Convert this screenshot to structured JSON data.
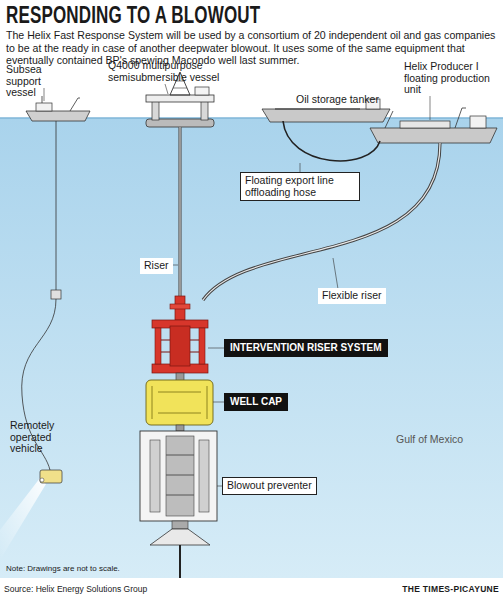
{
  "diagram": {
    "title": "RESPONDING TO A BLOWOUT",
    "caption": "The Helix Fast Response System will be used by a consortium of 20 independent oil and gas companies to be at the ready in case of another deepwater blowout. It uses some of the same equipment that eventually contained BP's spewing Macondo well last summer.",
    "nodes": [
      {
        "text": [
          "Floating export line offloading hose"
        ]
      },
      {
        "text": [
          "Riser"
        ]
      },
      {
        "text": [
          "Flexible riser"
        ]
      },
      {
        "text": [
          "INTERVENTION RISER SYSTEM"
        ]
      },
      {
        "text": [
          "WELL CAP"
        ]
      },
      {
        "text": [
          "Blowout preventer"
        ]
      }
    ],
    "labels": [
      "Subsea support vessel",
      "Q4000 multipurpose semisubmersible vessel",
      "Oil storage tanker",
      "Helix Producer I floating production unit",
      "Remotely operated vehicle",
      "Gulf of Mexico",
      "Note: Drawings are not to scale.",
      "Source: Helix Energy Solutions Group",
      "THE TIMES-PICAYUNE"
    ]
  }
}
